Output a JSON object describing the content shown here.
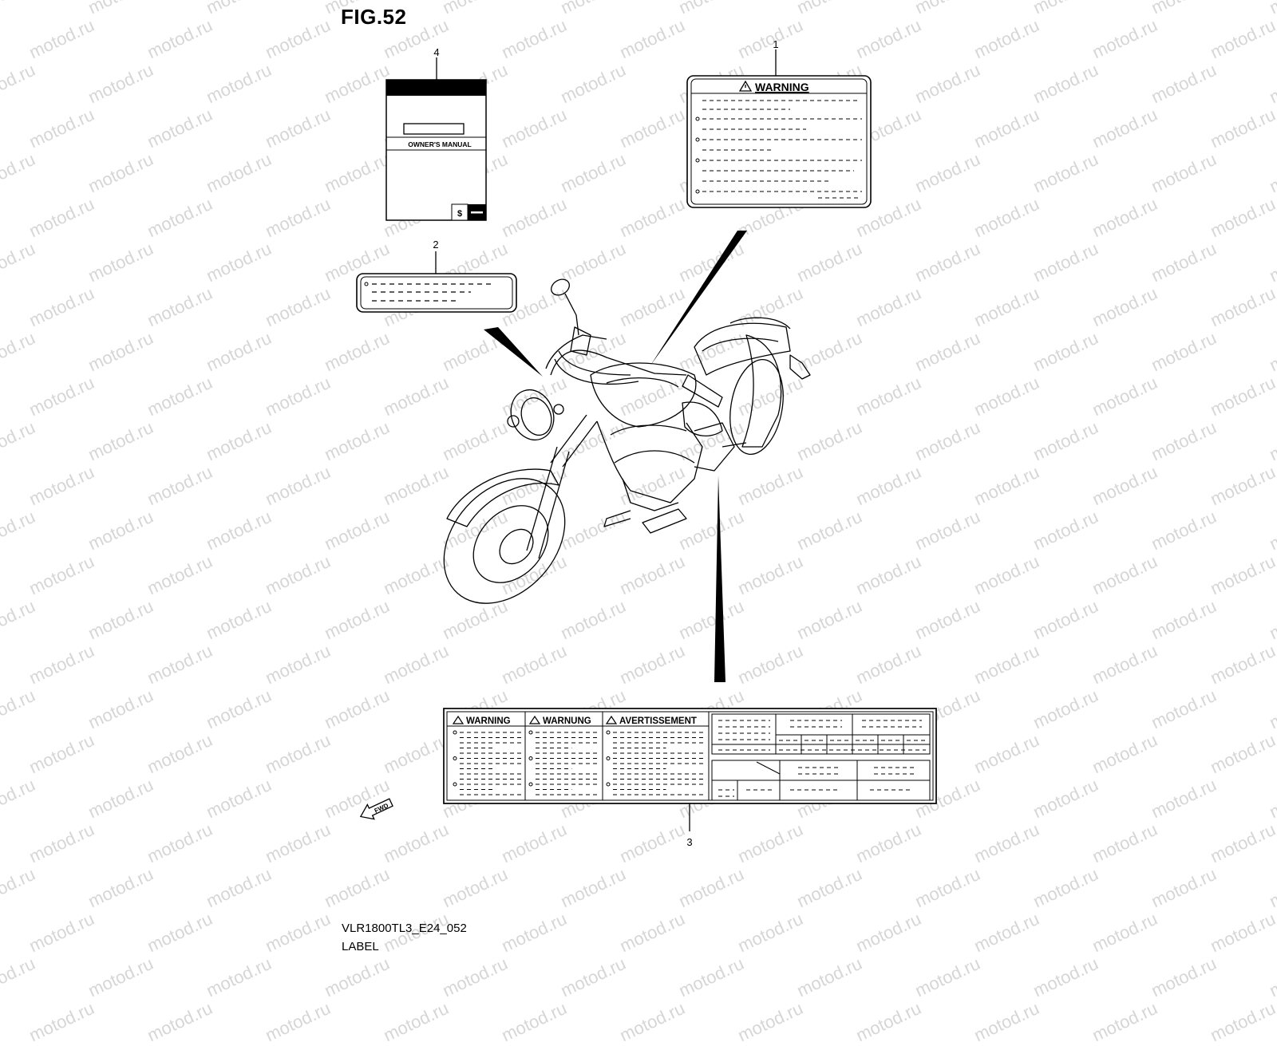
{
  "figure": {
    "title": "FIG.52"
  },
  "footer": {
    "model_code": "VLR1800TL3_E24_052",
    "section": "LABEL"
  },
  "watermark": {
    "text": "motod.ru"
  },
  "parts": [
    {
      "number": "1",
      "part": "warning-label"
    },
    {
      "number": "2",
      "part": "info-label"
    },
    {
      "number": "3",
      "part": "tire-info-label"
    },
    {
      "number": "4",
      "part": "owners-manual"
    }
  ],
  "labels": {
    "warning_label": {
      "heading": "WARNING"
    },
    "owners_manual": {
      "title": "OWNER'S MANUAL"
    },
    "tire_label": {
      "columns": [
        "WARNING",
        "WARNUNG",
        "AVERTISSEMENT"
      ]
    },
    "direction_badge": "FWD"
  },
  "icons": [
    "warning-triangle-icon",
    "suzuki-logo-icon",
    "fwd-arrow-icon"
  ]
}
